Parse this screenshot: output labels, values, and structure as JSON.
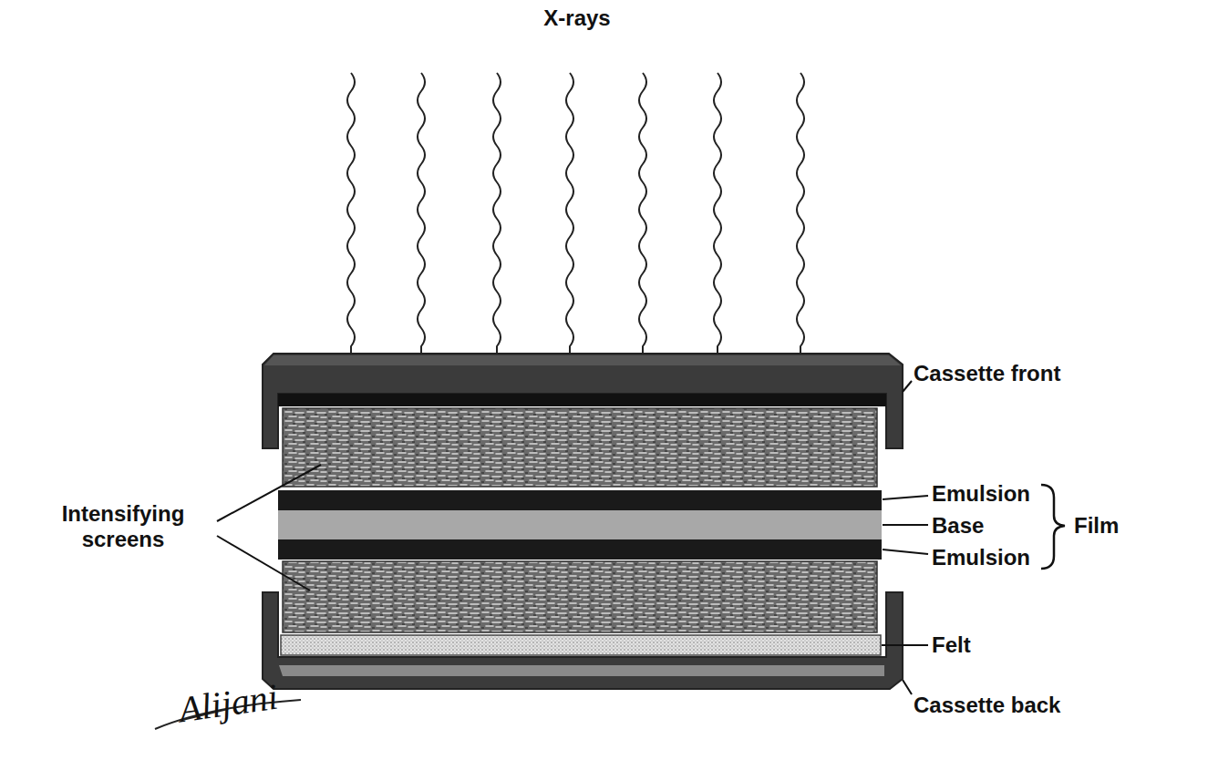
{
  "diagram": {
    "labels": [
      "X-rays",
      "Cassette front",
      "Intensifying screens",
      "Emulsion",
      "Base",
      "Emulsion",
      "Film",
      "Felt",
      "Cassette back",
      "Alijani"
    ]
  }
}
